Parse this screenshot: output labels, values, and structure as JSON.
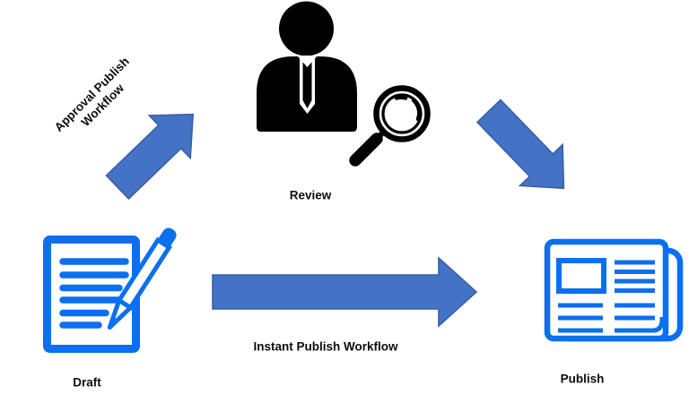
{
  "diagram": {
    "nodes": [
      {
        "id": "draft",
        "label": "Draft"
      },
      {
        "id": "review",
        "label": "Review"
      },
      {
        "id": "publish",
        "label": "Publish"
      }
    ],
    "flows": {
      "approval": {
        "line1": "Approval Publish",
        "line2": "Workflow"
      },
      "instant": {
        "label": "Instant Publish Workflow"
      }
    },
    "icons": {
      "draft": "document-with-pen-icon",
      "review_person": "person-silhouette-icon",
      "review_magnifier": "magnifier-icon",
      "publish": "newspaper-icon",
      "arrows": [
        "approval-up-arrow",
        "review-to-publish-down-arrow",
        "instant-publish-right-arrow"
      ]
    },
    "colors": {
      "arrow_fill": "#4472C4",
      "arrow_stroke": "#3A5EA8",
      "icon_blue": "#0B6FF0",
      "icon_black": "#000000",
      "background": "#FFFFFF",
      "text": "#0D0D0D"
    }
  }
}
